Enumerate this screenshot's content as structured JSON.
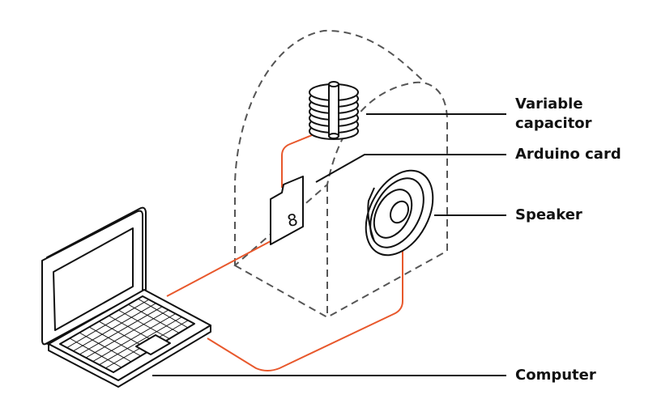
{
  "labels": {
    "variable_capacitor_line1": "Variable",
    "variable_capacitor_line2": "capacitor",
    "arduino_card": "Arduino card",
    "speaker": "Speaker",
    "computer": "Computer"
  },
  "card_mark": "8",
  "colors": {
    "wire": "#e8582c",
    "outline": "#111111",
    "dashed_case": "#555555"
  }
}
